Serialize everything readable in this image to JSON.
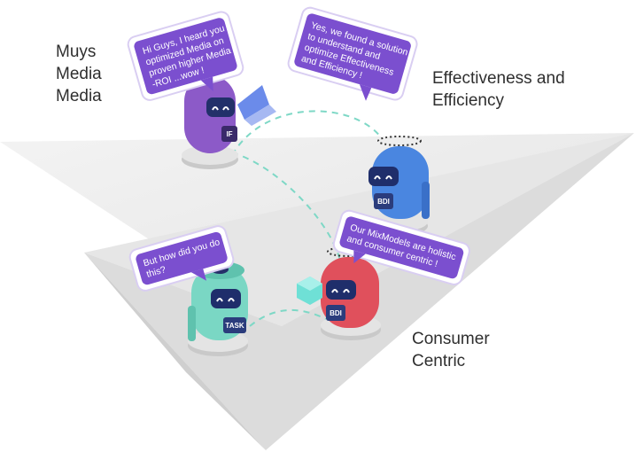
{
  "labels": {
    "muys": [
      "Muys",
      "Media",
      "Media"
    ],
    "effectiveness": [
      "Effectiveness and",
      "Efficiency"
    ],
    "consumer": [
      "Consumer",
      "Centric"
    ]
  },
  "bubbles": {
    "purple_top": [
      "Hi Guys, I heard you",
      "optimized Media on",
      "proven higher Media",
      "-ROI ...wow !"
    ],
    "blue_top": [
      "Yes, we found a solution",
      "to understand and",
      "optimize Effectiveness",
      "and Efficiency !"
    ],
    "task_left": [
      "But how did you do",
      "this?"
    ],
    "red_right": [
      "Our MixModels are holistic",
      "and consumer centric !"
    ]
  },
  "robots": {
    "purple": {
      "chip": "IF",
      "color": "#8c5ac8"
    },
    "blue": {
      "chip": "BDI",
      "color": "#4a86e0"
    },
    "teal": {
      "chip": "TASK",
      "color": "#7ad7c4"
    },
    "red": {
      "chip": "BDI",
      "color": "#e0505c"
    }
  },
  "colors": {
    "bubble": "#7b4fcf",
    "bubble_border": "#d9cef2",
    "dashed": "#7ed8c6",
    "plane_light": "#ececec",
    "plane_dark": "#d4d4d4"
  }
}
